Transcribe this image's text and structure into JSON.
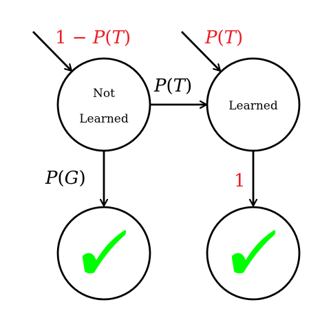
{
  "diagram": {
    "colors": {
      "stroke": "#000000",
      "accent": "#ee1c24",
      "check": "#00ff00",
      "background": "#ffffff"
    },
    "nodes": {
      "not_learned": {
        "line1": "Not",
        "line2": "Learned"
      },
      "learned": {
        "label": "Learned"
      },
      "correct_left": {
        "icon": "checkmark-icon"
      },
      "correct_right": {
        "icon": "checkmark-icon"
      }
    },
    "edges": {
      "init_not_learned": {
        "one": "1",
        "minus": " − ",
        "p": "P",
        "open": "(",
        "t": "T",
        "close": ")"
      },
      "init_learned": {
        "p": "P",
        "open": "(",
        "t": "T",
        "close": ")"
      },
      "transition": {
        "p": "P",
        "open": "(",
        "t": "T",
        "close": ")"
      },
      "guess": {
        "p": "P",
        "open": "(",
        "g": "G",
        "close": ")"
      },
      "emit_learned": {
        "value": "1"
      }
    }
  }
}
